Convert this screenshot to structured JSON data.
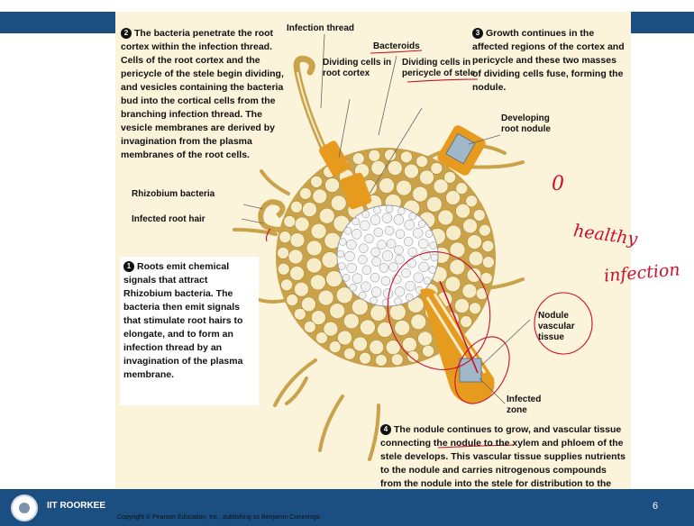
{
  "header": {
    "org_name": "IIT ROORKEE",
    "page_number": "6"
  },
  "copyright": "Copyright © Pearson Education, Inc., publishing as Benjamin Cummings.",
  "steps": {
    "s1": {
      "number": "1",
      "text": "Roots emit chemical signals that attract Rhizobium bacteria. The bacteria then emit signals that stimulate root hairs to elongate, and to form an infection thread by an invagination of the plasma membrane."
    },
    "s2": {
      "number": "2",
      "text": "The bacteria penetrate the root cortex within the infection thread. Cells of the root cortex and the pericycle of the stele begin dividing, and vesicles containing the bacteria bud into the cortical cells from the branching infection thread. The vesicle membranes are derived by invagination from the plasma membranes of the root cells."
    },
    "s3": {
      "number": "3",
      "text": "Growth continues in the affected regions of the cortex and pericycle and these two masses of dividing cells fuse, forming the nodule."
    },
    "s4": {
      "number": "4",
      "text": "The nodule continues to grow, and vascular tissue connecting the nodule to the xylem and phloem of the stele develops. This vascular tissue supplies nutrients to the nodule and carries nitrogenous compounds from the nodule into the stele for distribution to the rest of the plant."
    }
  },
  "labels": {
    "infection_thread": "Infection thread",
    "bacteroids": "Bacteroids",
    "dividing_cortex": "Dividing cells in root cortex",
    "dividing_pericycle": "Dividing cells in pericycle of stele",
    "developing_nodule": "Developing root nodule",
    "rhizobium": "Rhizobium bacteria",
    "infected_hair": "Infected root hair",
    "nodule_vascular": "Nodule vascular tissue",
    "infected_zone": "Infected zone"
  },
  "annotations": {
    "circle_mark": "0",
    "healthy": "healthy",
    "infection": "infection"
  },
  "colors": {
    "frame": "#1b4f82",
    "slide": "#fbf3da",
    "cortex": "#c9a24a",
    "cell": "#f6ecc8",
    "dividing": "#e69a1e",
    "ink": "#c8102e"
  }
}
